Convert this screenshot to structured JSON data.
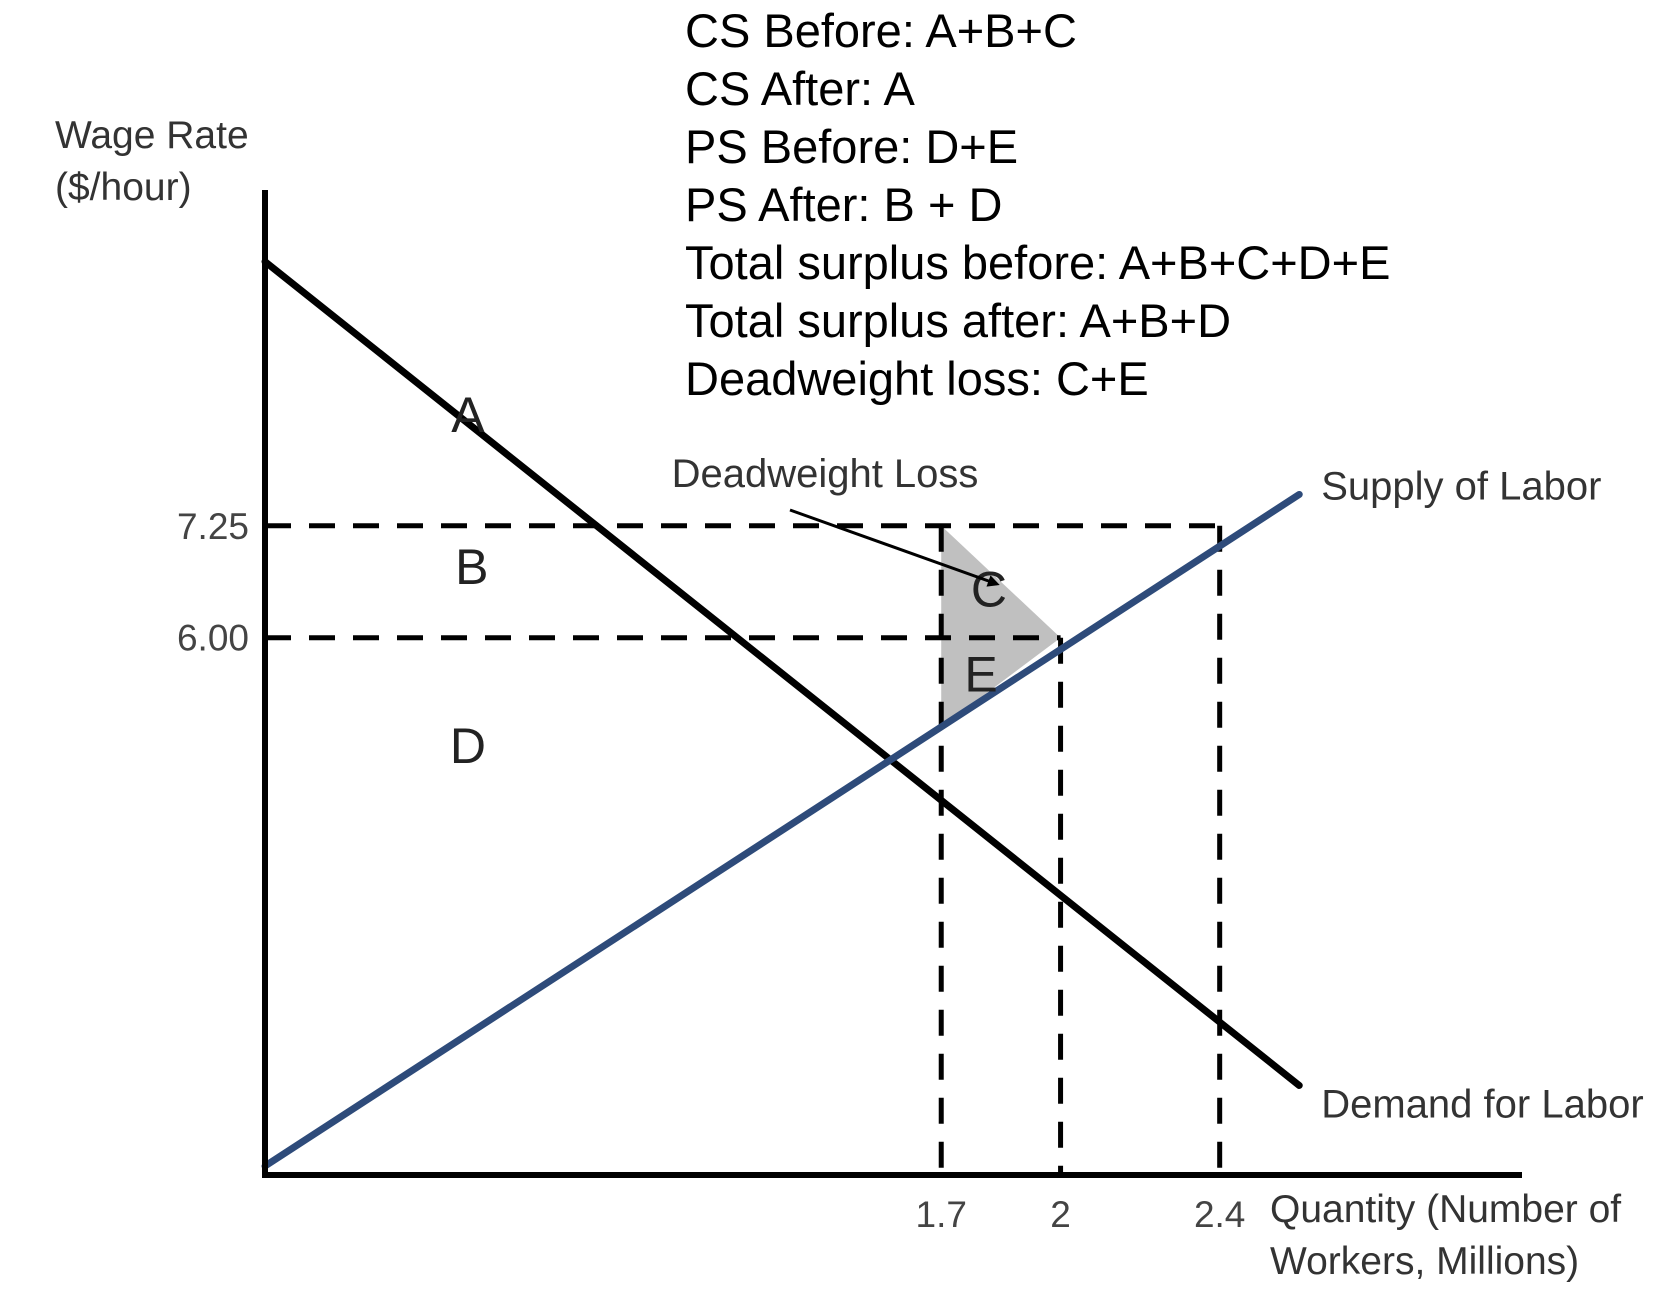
{
  "summary_lines": [
    "CS Before: A+B+C",
    "CS After: A",
    "PS Before: D+E",
    "PS After: B + D",
    "Total surplus before: A+B+C+D+E",
    "Total surplus after: A+B+D",
    "Deadweight loss: C+E"
  ],
  "chart_data": {
    "type": "line",
    "title": "",
    "ylabel": [
      "Wage Rate",
      "($/hour)"
    ],
    "xlabel": [
      "Quantity (Number of",
      "Workers, Millions)"
    ],
    "xlim": [
      0,
      3.16
    ],
    "ylim": [
      0,
      11
    ],
    "grid": false,
    "series": [
      {
        "name": "Demand for Labor",
        "color": "#000000",
        "points": [
          [
            0,
            10.2
          ],
          [
            2.6,
            1.0
          ]
        ]
      },
      {
        "name": "Supply of Labor",
        "color": "#2e4b7a",
        "points": [
          [
            0,
            0.1
          ],
          [
            2.6,
            7.6
          ]
        ]
      }
    ],
    "x_ticks": [
      {
        "value": 1.7,
        "label": "1.7"
      },
      {
        "value": 2,
        "label": "2"
      },
      {
        "value": 2.4,
        "label": "2.4"
      }
    ],
    "y_ticks": [
      {
        "value": 7.25,
        "label": "7.25"
      },
      {
        "value": 6.0,
        "label": "6.00"
      }
    ],
    "shaded_area": {
      "name": "Deadweight Loss",
      "color": "#c0c0c0",
      "vertices": [
        [
          1.7,
          7.25
        ],
        [
          2,
          6.0
        ],
        [
          1.7,
          5.0
        ]
      ]
    },
    "regions": [
      {
        "label": "A",
        "x": 0.51,
        "y": 8.5
      },
      {
        "label": "B",
        "x": 0.52,
        "y": 6.8
      },
      {
        "label": "C",
        "x": 1.82,
        "y": 6.55
      },
      {
        "label": "E",
        "x": 1.8,
        "y": 5.6
      },
      {
        "label": "D",
        "x": 0.51,
        "y": 4.8
      }
    ],
    "annotation": {
      "text": "Deadweight Loss",
      "points_to": [
        1.84,
        6.6
      ]
    }
  },
  "colors": {
    "axis": "#000000",
    "demand": "#000000",
    "supply": "#2e4b7a",
    "shade": "#c0c0c0"
  }
}
